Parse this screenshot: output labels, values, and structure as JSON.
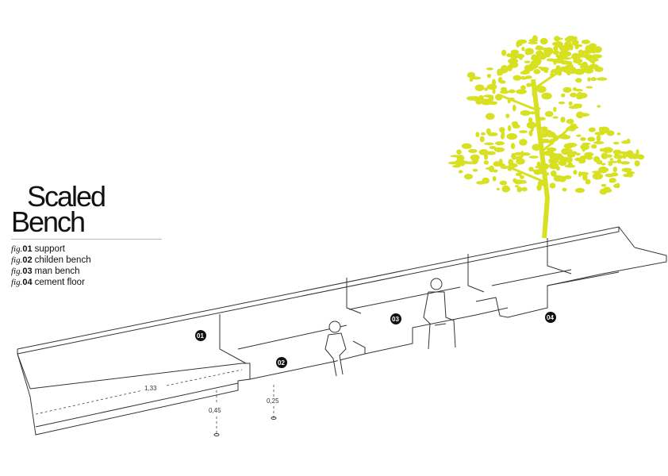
{
  "title": {
    "line1": "Scaled",
    "line2": "Bench"
  },
  "legend": [
    {
      "prefix": "fig.",
      "num": "01",
      "label": "support"
    },
    {
      "prefix": "fig.",
      "num": "02",
      "label": "childen bench"
    },
    {
      "prefix": "fig.",
      "num": "03",
      "label": "man bench"
    },
    {
      "prefix": "fig.",
      "num": "04",
      "label": "cement floor"
    }
  ],
  "markers": [
    "01",
    "02",
    "03",
    "04"
  ],
  "dimensions": {
    "length": "1,33",
    "support_height": "0,45",
    "child_height": "0,25"
  },
  "colors": {
    "tree": "#d7e021",
    "line": "#333333",
    "badge": "#111111"
  }
}
